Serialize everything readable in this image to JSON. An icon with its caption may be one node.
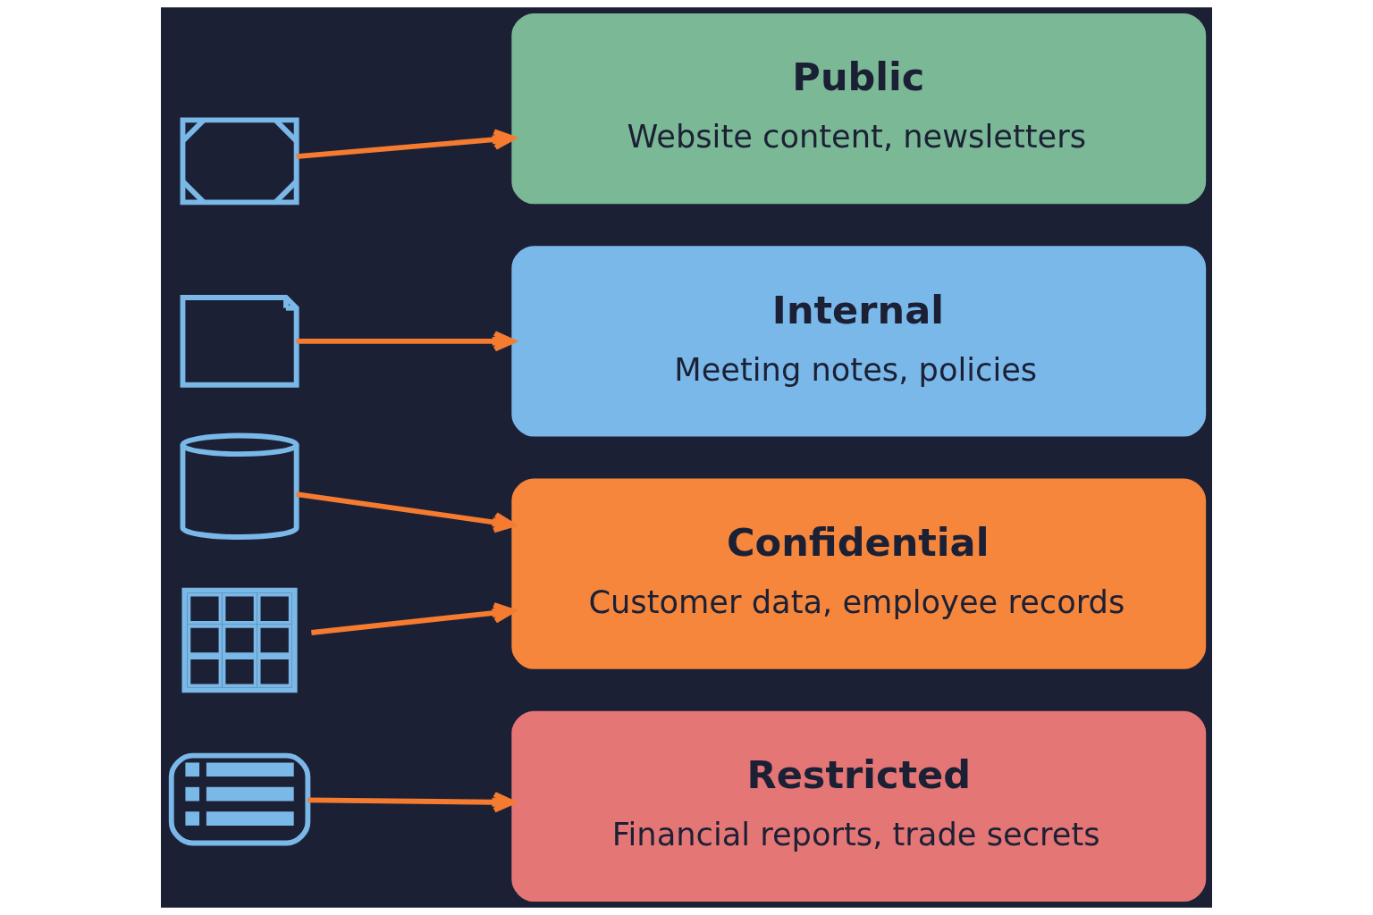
{
  "diagram": {
    "nodes": [
      {
        "text": [],
        "shape": "picture"
      },
      {
        "text": [],
        "shape": "picture"
      },
      {
        "text": [],
        "shape": "cylinder"
      },
      {
        "text": [],
        "shape": "picture"
      },
      {
        "text": [],
        "shape": "picture"
      },
      {
        "text": [
          "Public",
          "Website content, newsletters"
        ]
      },
      {
        "text": [
          "Internal",
          "Meeting notes, policies"
        ]
      },
      {
        "text": [
          "Confidential",
          "Customer data, employee records"
        ]
      },
      {
        "text": [
          "Restricted",
          "Financial reports, trade secrets"
        ]
      }
    ],
    "edges": [
      {
        "from": 0,
        "to": 5,
        "arrow": "to"
      },
      {
        "from": 1,
        "to": 6,
        "arrow": "to"
      },
      {
        "from": 2,
        "to": 7,
        "arrow": "to"
      },
      {
        "from": 3,
        "to": 7,
        "arrow": "to"
      },
      {
        "from": 4,
        "to": 8,
        "arrow": "to"
      }
    ]
  }
}
